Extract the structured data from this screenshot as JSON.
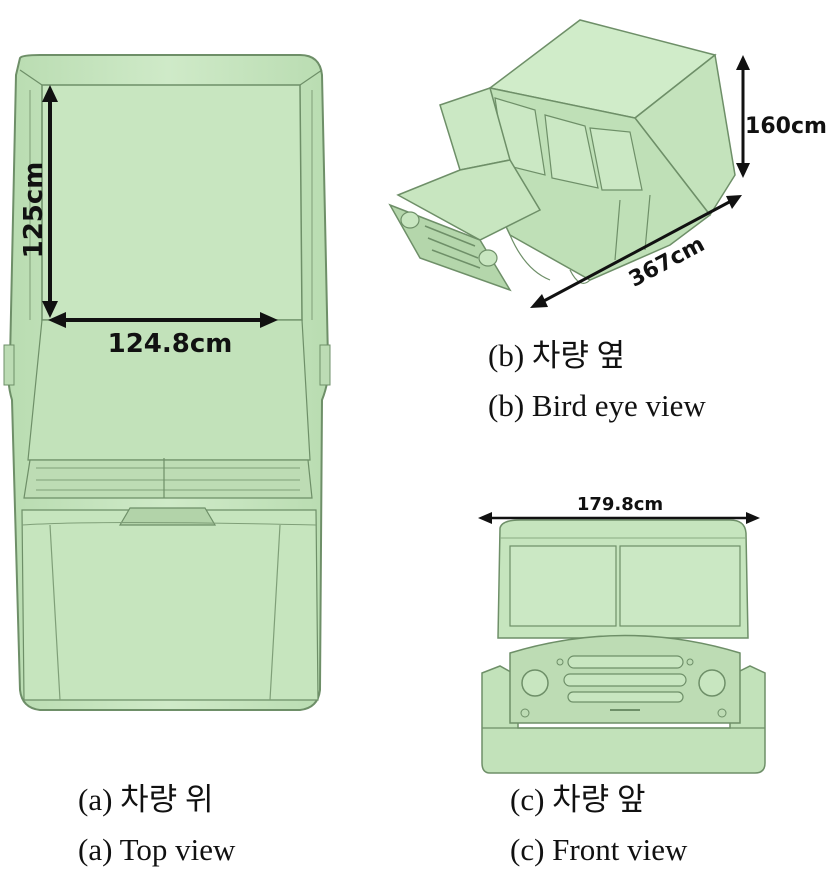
{
  "figure": {
    "panels": [
      {
        "id": "a",
        "caption_ko": "(a) 차량 위",
        "caption_en": "(a) Top view",
        "dimensions": [
          "125cm",
          "124.8cm"
        ]
      },
      {
        "id": "b",
        "caption_ko": "(b) 차량 옆",
        "caption_en": "(b) Bird eye view",
        "dimensions": [
          "160cm",
          "367cm"
        ]
      },
      {
        "id": "c",
        "caption_ko": "(c) 차량 앞",
        "caption_en": "(c) Front view",
        "dimensions": [
          "179.8cm"
        ]
      }
    ],
    "colors": {
      "body": "#c8e6c0",
      "edge": "#6e8f68",
      "shade": "#b4d6ab",
      "highlight": "#dff2d9",
      "arrow": "#111111"
    }
  }
}
